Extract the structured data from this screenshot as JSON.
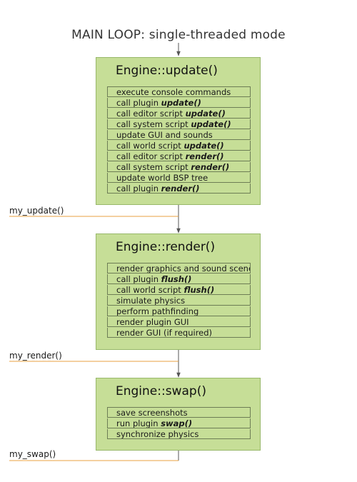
{
  "title": "MAIN LOOP: single-threaded mode",
  "colors": {
    "box_fill": "#c6de97",
    "box_border": "#98b86a",
    "step_border": "#6d7d55",
    "callback_line": "#e8a040",
    "arrow": "#555555"
  },
  "stages": [
    {
      "title": "Engine::update()",
      "callback": "my_update()",
      "steps": [
        {
          "text": "execute console commands",
          "emphasis": ""
        },
        {
          "text": "call plugin ",
          "emphasis": "update()"
        },
        {
          "text": "call editor script ",
          "emphasis": "update()"
        },
        {
          "text": "call system script ",
          "emphasis": "update()"
        },
        {
          "text": "update GUI and sounds",
          "emphasis": ""
        },
        {
          "text": "call world script ",
          "emphasis": "update()"
        },
        {
          "text": "call editor script ",
          "emphasis": "render()"
        },
        {
          "text": "call system script ",
          "emphasis": "render()"
        },
        {
          "text": "update world BSP tree",
          "emphasis": ""
        },
        {
          "text": "call plugin ",
          "emphasis": "render()"
        }
      ]
    },
    {
      "title": "Engine::render()",
      "callback": "my_render()",
      "steps": [
        {
          "text": "render graphics and sound scenes",
          "emphasis": ""
        },
        {
          "text": "call plugin ",
          "emphasis": "flush()"
        },
        {
          "text": "call world script ",
          "emphasis": "flush()"
        },
        {
          "text": "simulate physics",
          "emphasis": ""
        },
        {
          "text": "perform pathfinding",
          "emphasis": ""
        },
        {
          "text": "render plugin GUI",
          "emphasis": ""
        },
        {
          "text": "render GUI (if required)",
          "emphasis": ""
        }
      ]
    },
    {
      "title": "Engine::swap()",
      "callback": "my_swap()",
      "steps": [
        {
          "text": "save screenshots",
          "emphasis": ""
        },
        {
          "text": "run plugin ",
          "emphasis": "swap()"
        },
        {
          "text": "synchronize physics",
          "emphasis": ""
        }
      ]
    }
  ]
}
